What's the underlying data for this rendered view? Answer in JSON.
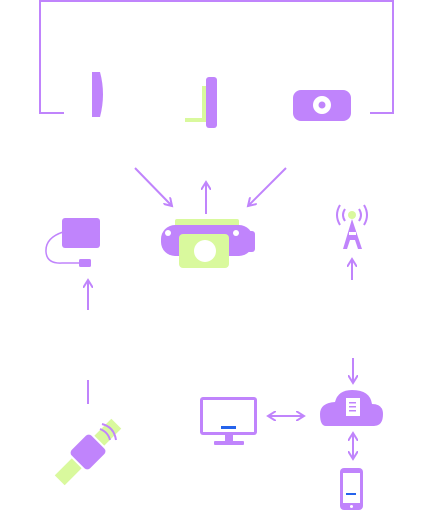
{
  "colors": {
    "primary": "#c084fc",
    "primary_light": "#d8b4fe",
    "accent_green": "#d9f99d",
    "screen_blue": "#2563eb",
    "white": "#ffffff"
  },
  "diagram": {
    "nodes": [
      {
        "id": "frame-bracket",
        "icon": "room-frame"
      },
      {
        "id": "sensor-left",
        "icon": "side-sensor-icon"
      },
      {
        "id": "sensor-middle",
        "icon": "side-sensor-icon"
      },
      {
        "id": "sensor-right",
        "icon": "camera-module-icon"
      },
      {
        "id": "central-hub",
        "icon": "hub-camera-icon"
      },
      {
        "id": "gps-module",
        "icon": "gps-receiver-icon"
      },
      {
        "id": "antenna",
        "icon": "radio-tower-icon"
      },
      {
        "id": "satellite",
        "icon": "satellite-icon"
      },
      {
        "id": "monitor",
        "icon": "desktop-monitor-icon"
      },
      {
        "id": "cloud",
        "icon": "cloud-server-icon"
      },
      {
        "id": "phone",
        "icon": "smartphone-icon"
      }
    ],
    "connections": [
      {
        "from": "sensor-left",
        "to": "central-hub",
        "direction": "forward"
      },
      {
        "from": "sensor-middle",
        "to": "central-hub",
        "direction": "forward"
      },
      {
        "from": "sensor-right",
        "to": "central-hub",
        "direction": "forward"
      },
      {
        "from": "gps-module",
        "to": "gps-module",
        "direction": "up"
      },
      {
        "from": "satellite",
        "to": "gps-module",
        "direction": "forward"
      },
      {
        "from": "antenna",
        "to": "antenna",
        "direction": "up"
      },
      {
        "from": "cloud",
        "to": "cloud",
        "direction": "incoming"
      },
      {
        "from": "monitor",
        "to": "cloud",
        "direction": "bidirectional"
      },
      {
        "from": "cloud",
        "to": "phone",
        "direction": "bidirectional"
      }
    ]
  }
}
